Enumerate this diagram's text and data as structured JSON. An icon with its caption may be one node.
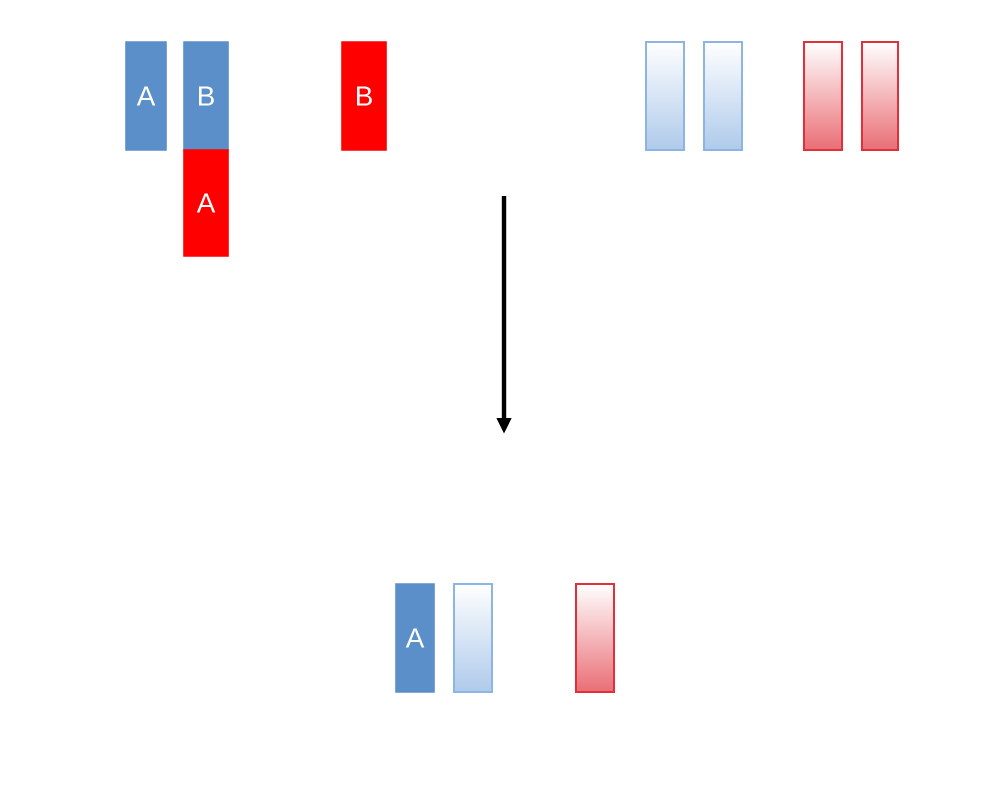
{
  "diagram": {
    "nodes": [
      {
        "text": [
          "A"
        ]
      },
      {
        "text": [
          "B"
        ]
      },
      {
        "text": [
          "A"
        ]
      },
      {
        "text": [
          "B"
        ]
      },
      {
        "text": [],
        "shape": "box"
      },
      {
        "text": [],
        "shape": "box"
      },
      {
        "text": [],
        "shape": "box"
      },
      {
        "text": [],
        "shape": "box"
      },
      {
        "text": [
          "A"
        ]
      },
      {
        "text": [],
        "shape": "box"
      },
      {
        "text": [],
        "shape": "box"
      }
    ]
  }
}
